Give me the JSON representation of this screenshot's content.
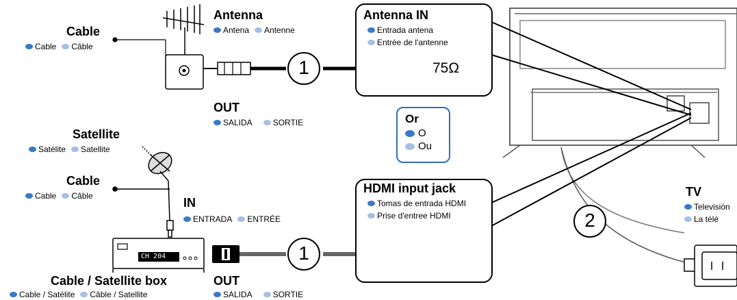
{
  "antenna": {
    "title": "Antenna",
    "es": "Antena",
    "fr": "Antenne"
  },
  "cable_top": {
    "title": "Cable",
    "es": "Cable",
    "fr": "Câble"
  },
  "out_top": {
    "title": "OUT",
    "es": "SALIDA",
    "fr": "SORTIE"
  },
  "antenna_in": {
    "title": "Antenna IN",
    "es": "Entrada antena",
    "fr": "Entrée de l'antenne",
    "ohm": "75Ω"
  },
  "or_box": {
    "title": "Or",
    "es": "O",
    "fr": "Ou"
  },
  "satellite": {
    "title": "Satellite",
    "es": "Satélite",
    "fr": "Satellite"
  },
  "cable_mid": {
    "title": "Cable",
    "es": "Cable",
    "fr": "Câble"
  },
  "in_mid": {
    "title": "IN",
    "es": "ENTRADA",
    "fr": "ENTRÉE"
  },
  "box": {
    "title": "Cable / Satellite box",
    "es": "Cable / Satélite",
    "fr": "Câble / Satellite",
    "display": "CH 204"
  },
  "out_bottom": {
    "title": "OUT",
    "es": "SALIDA",
    "fr": "SORTIE"
  },
  "hdmi": {
    "title": "HDMI input jack",
    "es": "Tomas de entrada HDMI",
    "fr": "Prise d'entree HDMI"
  },
  "tv": {
    "title": "TV",
    "es": "Televisión",
    "fr": "La télé"
  },
  "steps": {
    "one_top": "1",
    "one_bottom": "1",
    "two": "2"
  },
  "colors": {
    "english_dot": "#3a79c6",
    "french_dot": "#a6bfe3",
    "or_border": "#2e6fb8"
  }
}
